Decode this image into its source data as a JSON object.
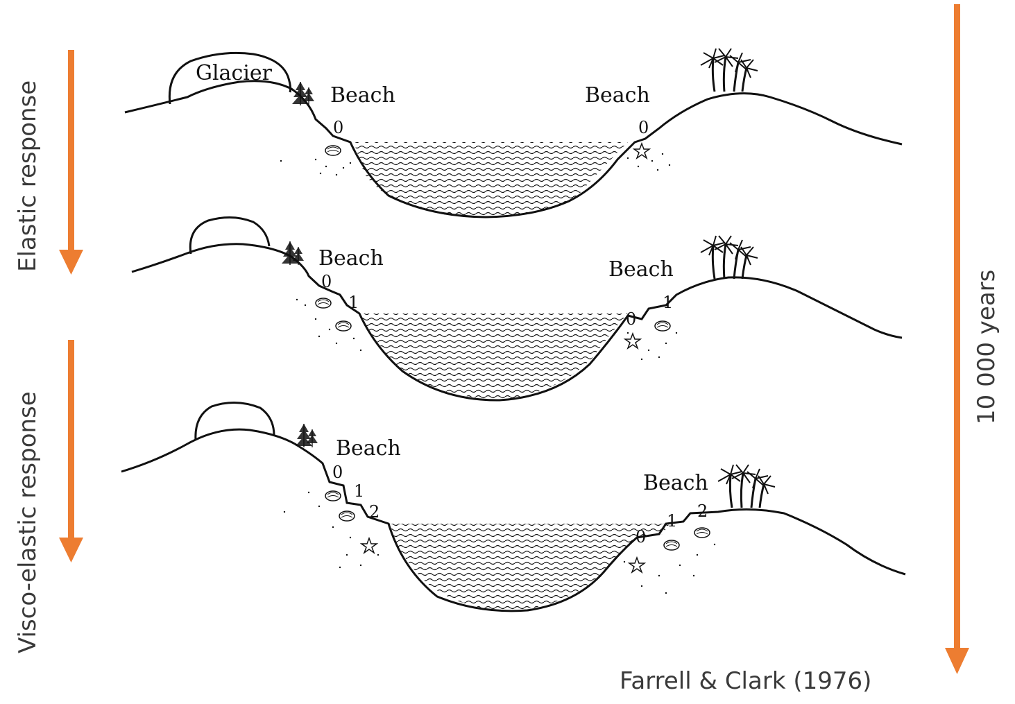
{
  "labels": {
    "elastic": "Elastic response",
    "visco_elastic": "Visco-elastic response",
    "duration": "10 000 years",
    "citation": "Farrell & Clark (1976)"
  },
  "panels": [
    {
      "glacier_label": "Glacier",
      "left_beach": "Beach",
      "right_beach": "Beach",
      "left_marks": [
        "0"
      ],
      "right_marks": [
        "0"
      ]
    },
    {
      "glacier_label": "",
      "left_beach": "Beach",
      "right_beach": "Beach",
      "left_marks": [
        "0",
        "1"
      ],
      "right_marks": [
        "0",
        "1"
      ]
    },
    {
      "glacier_label": "",
      "left_beach": "Beach",
      "right_beach": "Beach",
      "left_marks": [
        "0",
        "1",
        "2"
      ],
      "right_marks": [
        "0",
        "1",
        "2"
      ]
    }
  ],
  "colors": {
    "arrow": "#ed7d31",
    "text": "#3a3a3a",
    "ink": "#111111"
  }
}
